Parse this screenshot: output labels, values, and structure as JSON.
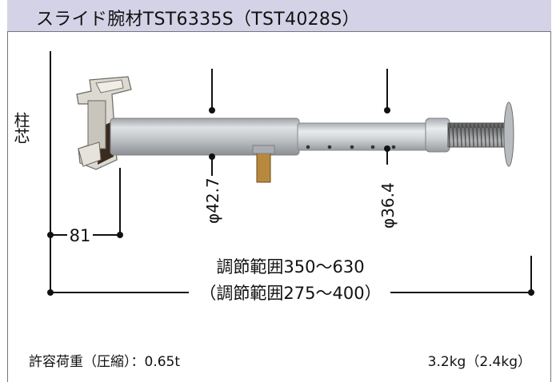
{
  "header": {
    "title": "スライド腕材TST6335S（TST4028S）"
  },
  "diagram": {
    "pillar_core_label": "柱芯",
    "offset_label": "81",
    "diameter_large_label": "φ42.7",
    "diameter_small_label": "φ36.4",
    "range_main_label": "調節範囲350～630",
    "range_alt_label": "（調節範囲275～400）"
  },
  "footer": {
    "load_label": "許容荷重（圧縮）：0.65t",
    "weight_label": "3.2kg（2.4kg）"
  }
}
